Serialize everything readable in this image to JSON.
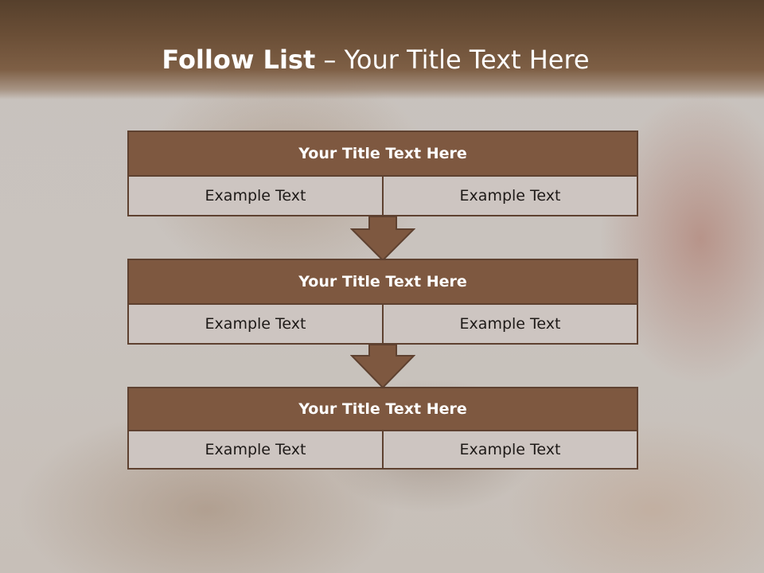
{
  "header": {
    "title_bold": "Follow List",
    "title_dash": "–",
    "title_rest": "Your Title Text Here"
  },
  "blocks": [
    {
      "title": "Your Title Text Here",
      "left": "Example Text",
      "right": "Example Text"
    },
    {
      "title": "Your Title Text Here",
      "left": "Example Text",
      "right": "Example Text"
    },
    {
      "title": "Your Title Text Here",
      "left": "Example Text",
      "right": "Example Text"
    }
  ],
  "colors": {
    "header": "#6a4e36",
    "block_title": "#7e5840",
    "block_cell": "#cdc5c1",
    "border": "#5e4130",
    "arrow": "#7e5840"
  },
  "icons": [
    "down-arrow-icon",
    "down-arrow-icon"
  ]
}
